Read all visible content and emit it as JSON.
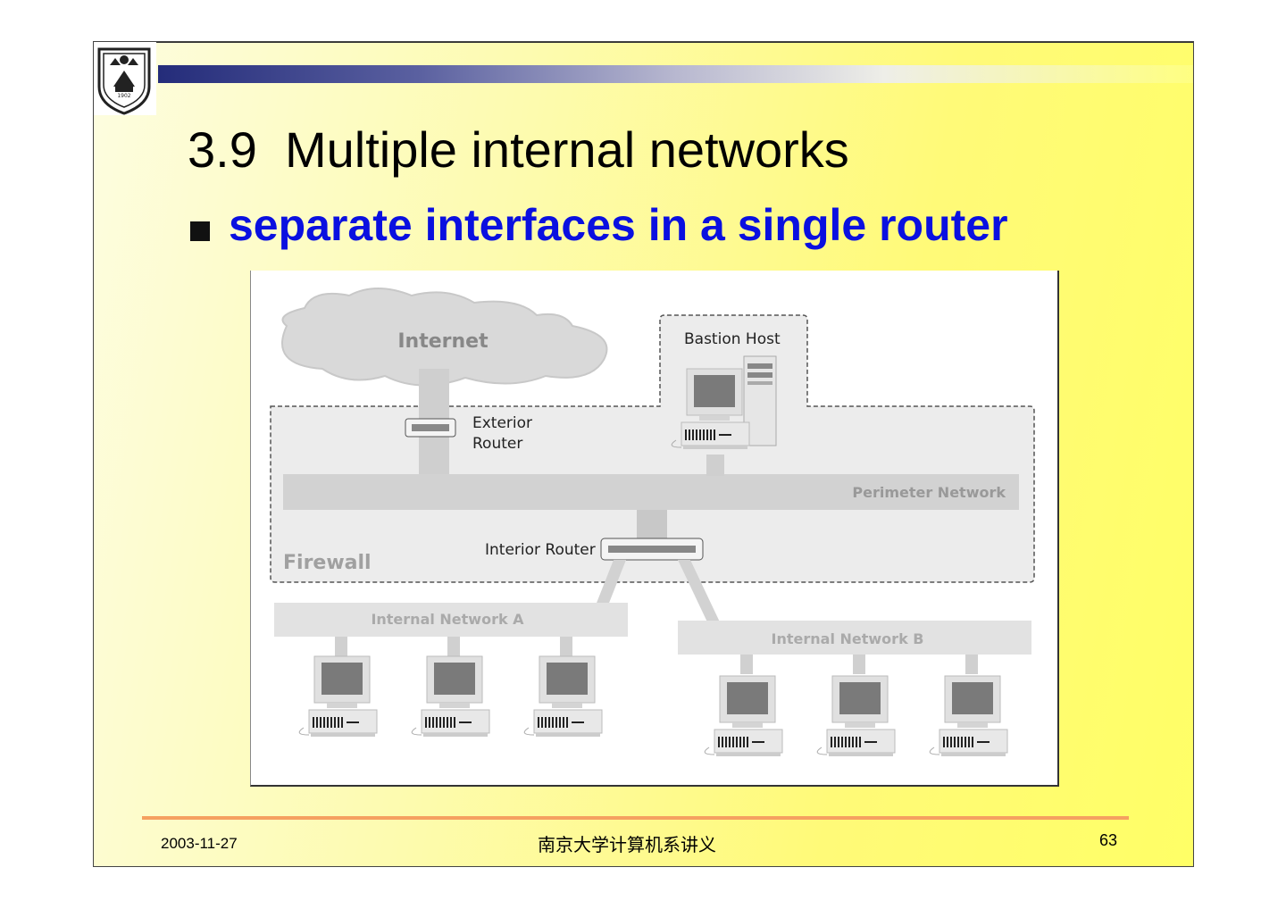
{
  "slide": {
    "title": "3.9  Multiple internal networks",
    "bullet": "separate interfaces in a single router",
    "footer": {
      "date": "2003-11-27",
      "center": "南京大学计算机系讲义",
      "page": "63"
    },
    "logo_icon": "university-crest-icon"
  },
  "diagram": {
    "internet": "Internet",
    "bastion_host": "Bastion Host",
    "exterior_router_line1": "Exterior",
    "exterior_router_line2": "Router",
    "perimeter_network": "Perimeter Network",
    "interior_router": "Interior Router",
    "firewall": "Firewall",
    "internal_network_a": "Internal Network A",
    "internal_network_b": "Internal Network B"
  }
}
